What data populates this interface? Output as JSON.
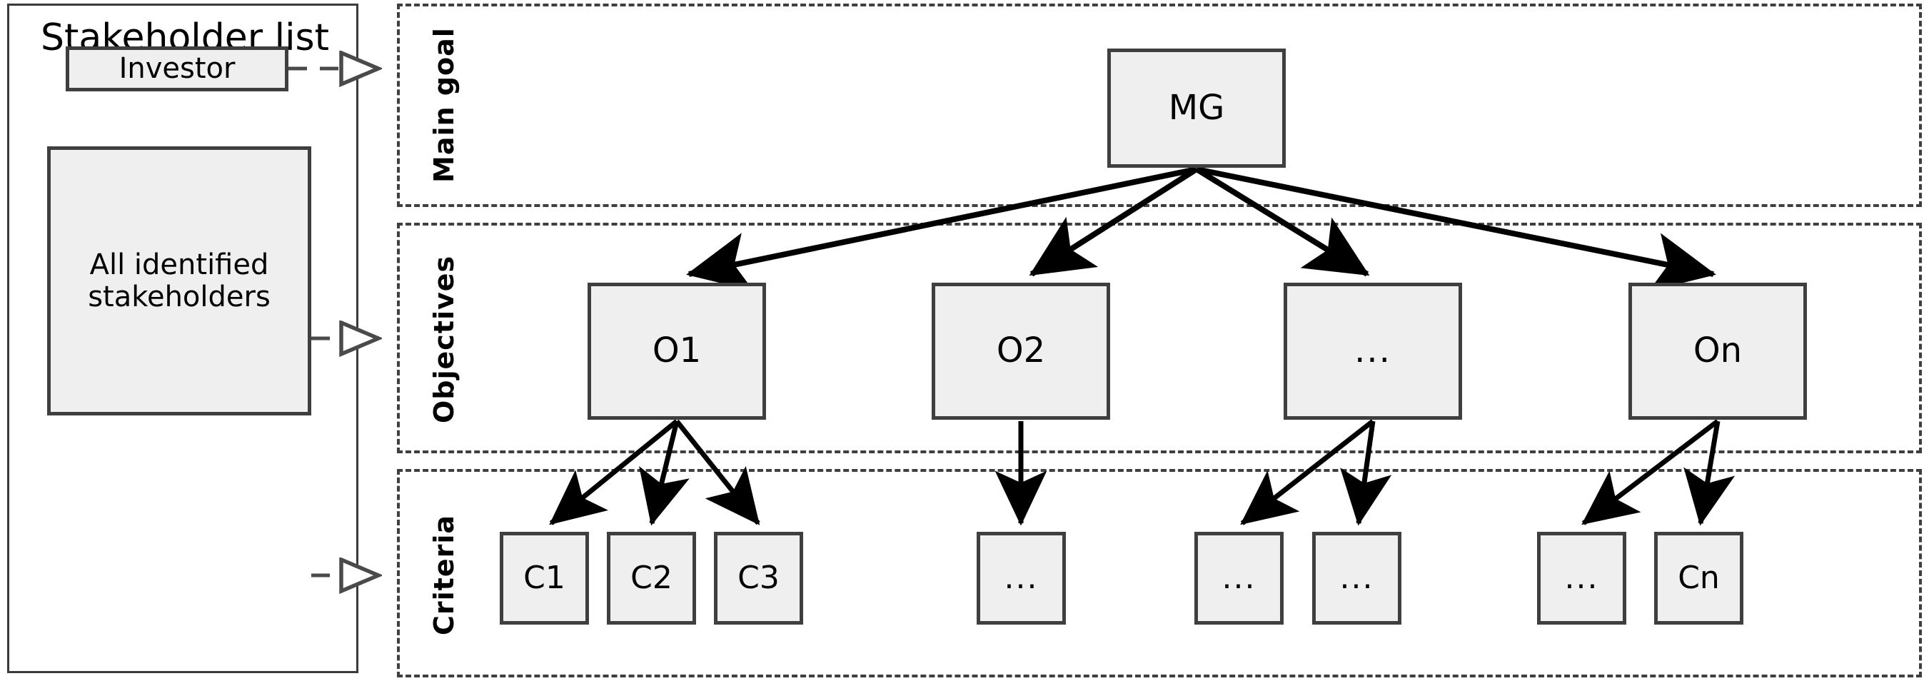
{
  "stakeholder_panel": {
    "title": "Stakeholder list",
    "items": [
      {
        "label": "Investor"
      },
      {
        "label_line1": "All identified",
        "label_line2": "stakeholders"
      }
    ]
  },
  "bands": [
    {
      "label": "Main goal"
    },
    {
      "label": "Objectives"
    },
    {
      "label": "Criteria"
    }
  ],
  "hierarchy": {
    "main_goal": {
      "label": "MG"
    },
    "objectives": [
      {
        "label": "O1"
      },
      {
        "label": "O2"
      },
      {
        "label": "..."
      },
      {
        "label": "On"
      }
    ],
    "criteria": [
      {
        "label": "C1"
      },
      {
        "label": "C2"
      },
      {
        "label": "C3"
      },
      {
        "label": "..."
      },
      {
        "label": "..."
      },
      {
        "label": "..."
      },
      {
        "label": "..."
      },
      {
        "label": "Cn"
      }
    ]
  },
  "colors": {
    "node_fill": "#efefef",
    "node_border": "#3f3f3f",
    "panel_border": "#3b3b3b",
    "band_border": "#3f3f3f",
    "connector": "#4a4a4a",
    "arrow": "#000000",
    "background": "#ffffff"
  }
}
